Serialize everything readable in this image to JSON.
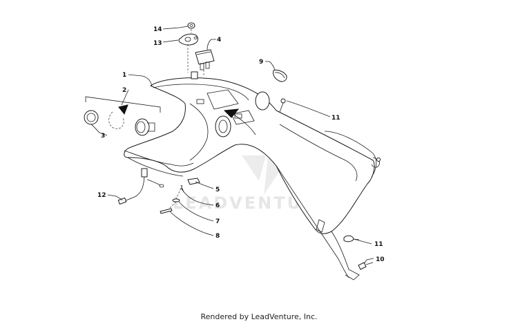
{
  "callouts": [
    {
      "label": "1"
    },
    {
      "label": "2"
    },
    {
      "label": "3"
    },
    {
      "label": "4"
    },
    {
      "label": "5"
    },
    {
      "label": "6"
    },
    {
      "label": "7"
    },
    {
      "label": "8"
    },
    {
      "label": "9"
    },
    {
      "label": "10"
    },
    {
      "label": "11"
    },
    {
      "label": "11"
    },
    {
      "label": "12"
    },
    {
      "label": "13"
    },
    {
      "label": "14"
    }
  ],
  "watermark": {
    "text": "LEADVENTURE"
  },
  "caption": "Rendered by LeadVenture, Inc."
}
